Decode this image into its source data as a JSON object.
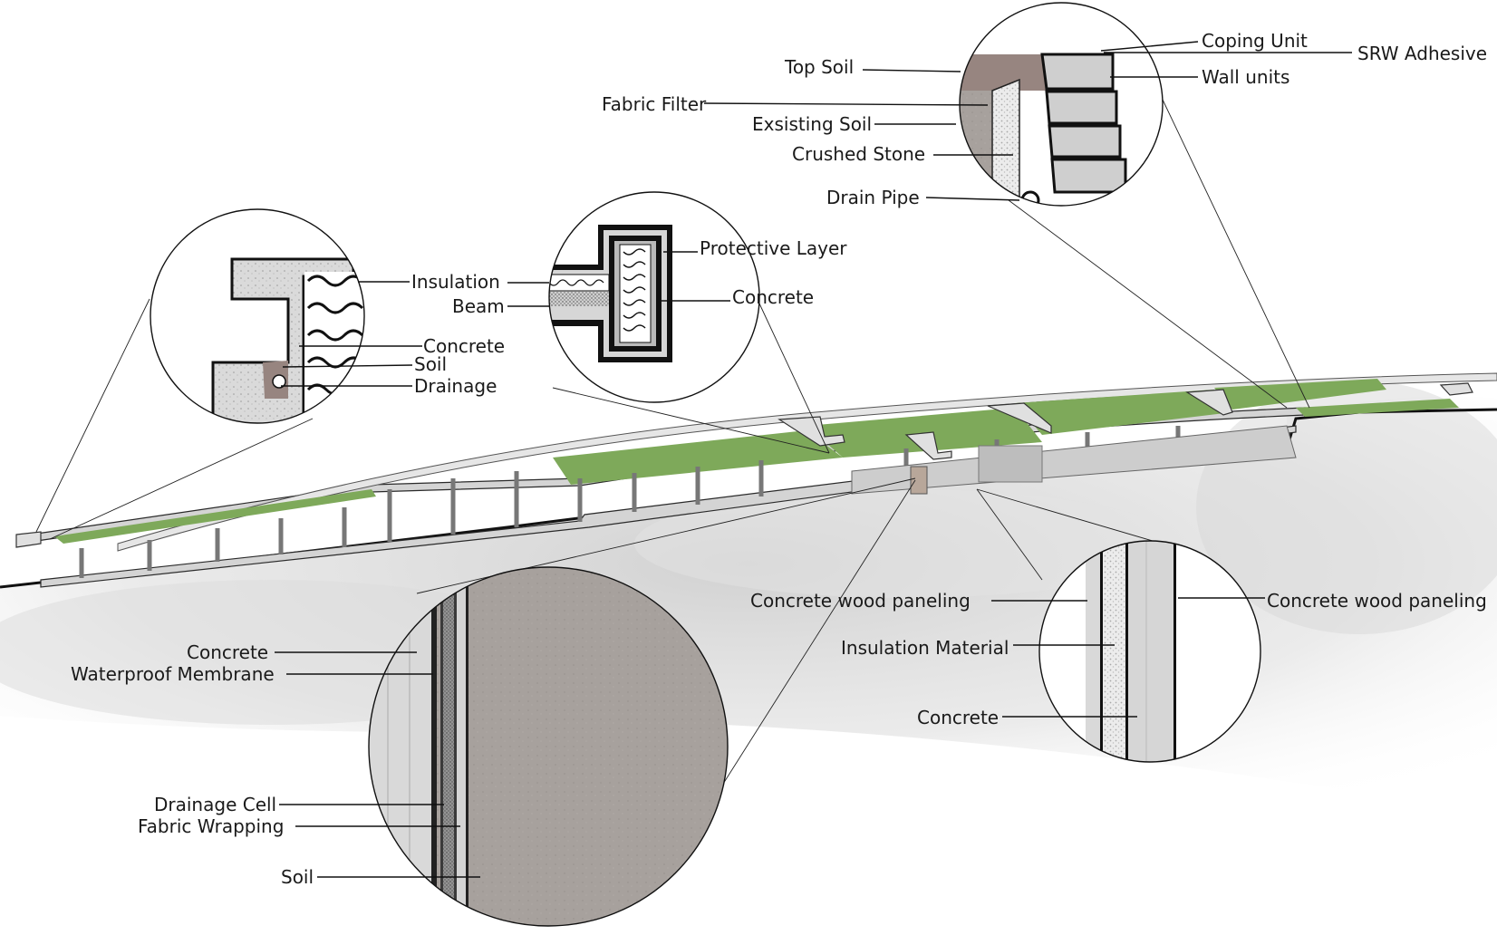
{
  "detail_top_right": {
    "coping_unit": "Coping Unit",
    "srw_adhesive": "SRW Adhesive",
    "top_soil": "Top Soil",
    "wall_units": "Wall units",
    "fabric_filter": "Fabric Filter",
    "existing_soil": "Exsisting Soil",
    "crushed_stone": "Crushed Stone",
    "drain_pipe": "Drain Pipe"
  },
  "detail_top_middle": {
    "protective_layer": "Protective Layer",
    "insulation": "Insulation",
    "beam": "Beam",
    "concrete": "Concrete"
  },
  "detail_top_left": {
    "concrete": "Concrete",
    "soil": "Soil",
    "drainage": "Drainage"
  },
  "detail_bottom_left": {
    "concrete": "Concrete",
    "waterproof_membrane": "Waterproof Membrane",
    "drainage_cell": "Drainage Cell",
    "fabric_wrapping": "Fabric Wrapping",
    "soil": "Soil"
  },
  "detail_bottom_right": {
    "concrete_wood_paneling_left": "Concrete wood paneling",
    "concrete_wood_paneling_right": "Concrete wood paneling",
    "insulation_material": "Insulation Material",
    "concrete": "Concrete"
  },
  "colors": {
    "grass": "#7ea95a",
    "concrete": "#d4d4d4",
    "soil": "#a39d9a",
    "ground": "#cfcfcf"
  }
}
